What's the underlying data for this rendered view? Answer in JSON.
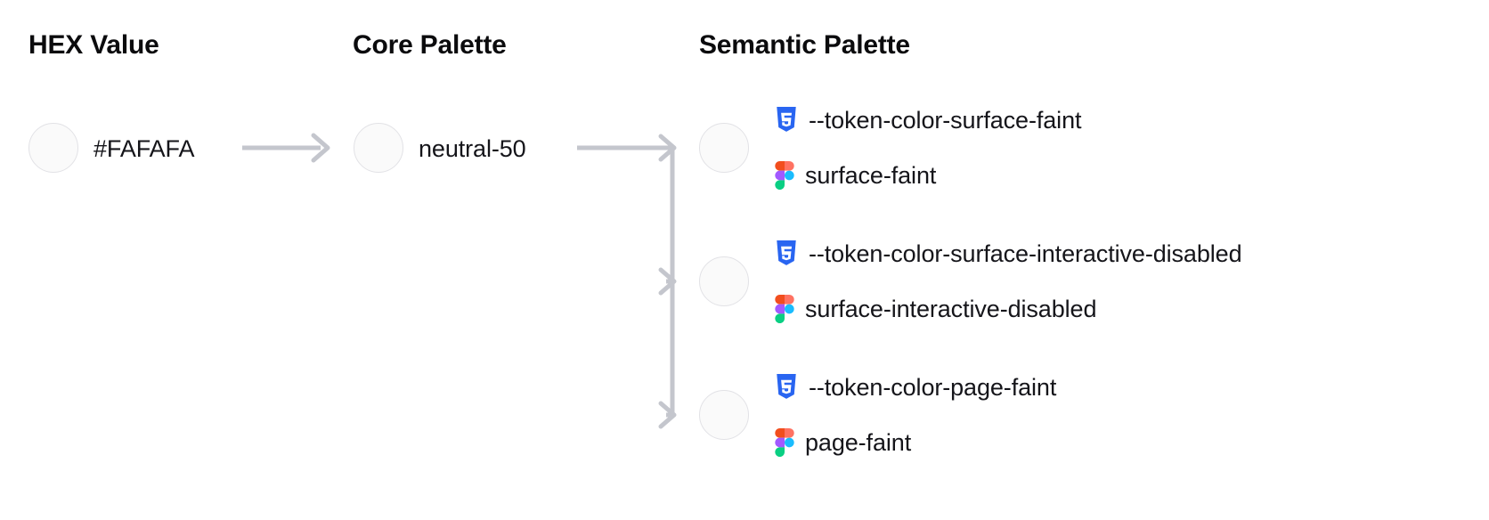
{
  "columns": {
    "hex": {
      "heading": "HEX Value"
    },
    "core": {
      "heading": "Core Palette"
    },
    "semantic": {
      "heading": "Semantic Palette"
    }
  },
  "hex_value": {
    "label": "#FAFAFA",
    "swatch_color": "#FAFAFA"
  },
  "core_value": {
    "label": "neutral-50",
    "swatch_color": "#FAFAFA"
  },
  "semantic_tokens": [
    {
      "swatch_color": "#FAFAFA",
      "css_token": "--token-color-surface-faint",
      "figma_token": "surface-faint",
      "css_icon": "css3-icon",
      "figma_icon": "figma-icon"
    },
    {
      "swatch_color": "#FAFAFA",
      "css_token": "--token-color-surface-interactive-disabled",
      "figma_token": "surface-interactive-disabled",
      "css_icon": "css3-icon",
      "figma_icon": "figma-icon"
    },
    {
      "swatch_color": "#FAFAFA",
      "css_token": "--token-color-page-faint",
      "figma_token": "page-faint",
      "css_icon": "css3-icon",
      "figma_icon": "figma-icon"
    }
  ],
  "colors": {
    "background": "#FFFFFF",
    "heading_text": "#0B0B0D",
    "body_text": "#15151A",
    "connector": "#C4C6CD",
    "swatch_border": "#E2E2E6",
    "css_icon_blue": "#2965F1",
    "figma_red": "#F24E1E",
    "figma_orange": "#FF7262",
    "figma_purple": "#A259FF",
    "figma_blue": "#1ABCFE",
    "figma_green": "#0ACF83"
  }
}
